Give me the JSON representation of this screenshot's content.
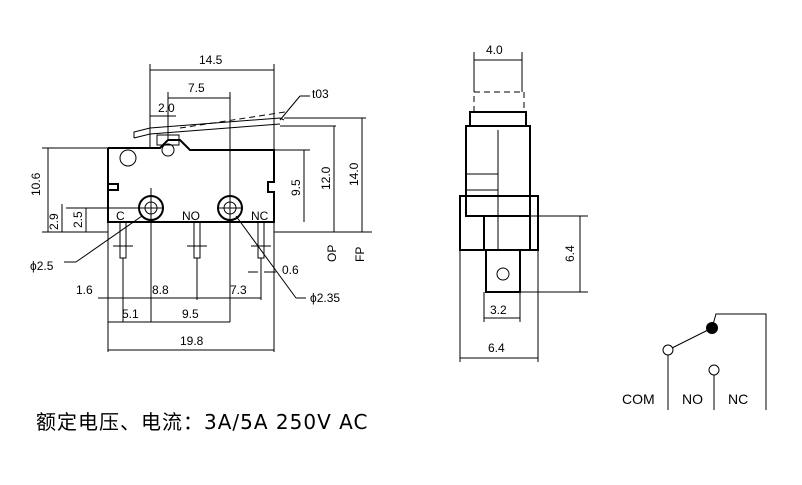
{
  "front_view": {
    "width_14_5": "14.5",
    "width_7_5": "7.5",
    "lever_2_0": "2.0",
    "lever_t03": "t03",
    "height_10_6": "10.6",
    "height_2_9": "2.9",
    "height_2_5": "2.5",
    "height_9_5": "9.5",
    "height_12_0": "12.0",
    "height_14_0": "14.0",
    "label_op": "OP",
    "label_fp": "FP",
    "terminal_c": "C",
    "terminal_no": "NO",
    "terminal_nc": "NC",
    "hole_2_5": "ϕ2.5",
    "pin_0_6": "0.6",
    "hole_2_35": "ϕ2.35",
    "dim_1_6": "1.6",
    "dim_8_8": "8.8",
    "dim_7_3": "7.3",
    "dim_5_1": "5.1",
    "dim_9_5": "9.5",
    "dim_19_8": "19.8"
  },
  "side_view": {
    "width_4_0": "4.0",
    "height_6_4": "6.4",
    "dim_3_2": "3.2",
    "width_6_4": "6.4"
  },
  "schematic": {
    "label_com": "COM",
    "label_no": "NO",
    "label_nc": "NC"
  },
  "caption": "额定电压、电流：3A/5A 250V AC"
}
